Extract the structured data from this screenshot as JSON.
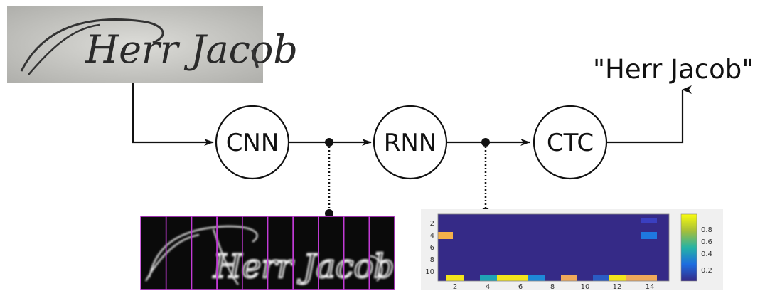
{
  "input_image": {
    "text": "Herr Jacob"
  },
  "nodes": [
    {
      "id": "cnn",
      "label": "CNN"
    },
    {
      "id": "rnn",
      "label": "RNN"
    },
    {
      "id": "ctc",
      "label": "CTC"
    }
  ],
  "output": {
    "text": "\"Herr Jacob\""
  },
  "feature_maps": {
    "columns": 10
  },
  "heatmap": {
    "y_ticks": [
      "2",
      "4",
      "6",
      "8",
      "10"
    ],
    "x_ticks": [
      "2",
      "4",
      "6",
      "8",
      "10",
      "12",
      "14"
    ],
    "colorbar_ticks": [
      "0.8",
      "0.6",
      "0.4",
      "0.2"
    ]
  }
}
